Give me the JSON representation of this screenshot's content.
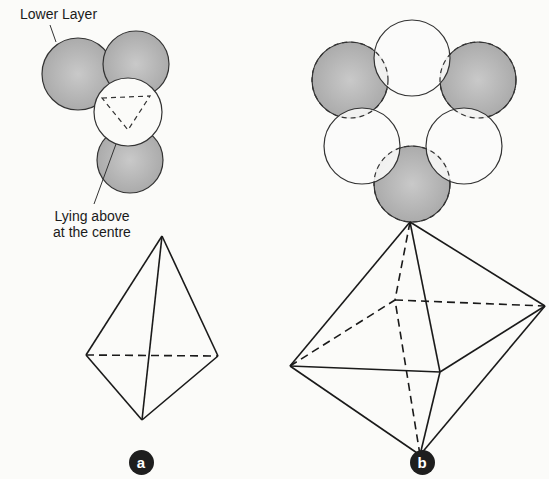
{
  "diagram": {
    "nodes": [
      {
        "text": [
          "a"
        ]
      },
      {
        "text": [
          "b"
        ]
      }
    ],
    "labels": [
      "Lower Layer",
      "Lying above at the centre"
    ]
  }
}
